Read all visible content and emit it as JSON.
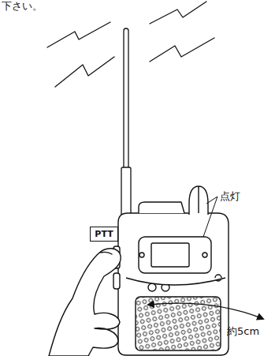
{
  "diagram": {
    "nodes": [
      {
        "text": [
          "PTT"
        ]
      }
    ],
    "labels": [
      "下さい。",
      "点灯",
      "約5cm"
    ]
  }
}
